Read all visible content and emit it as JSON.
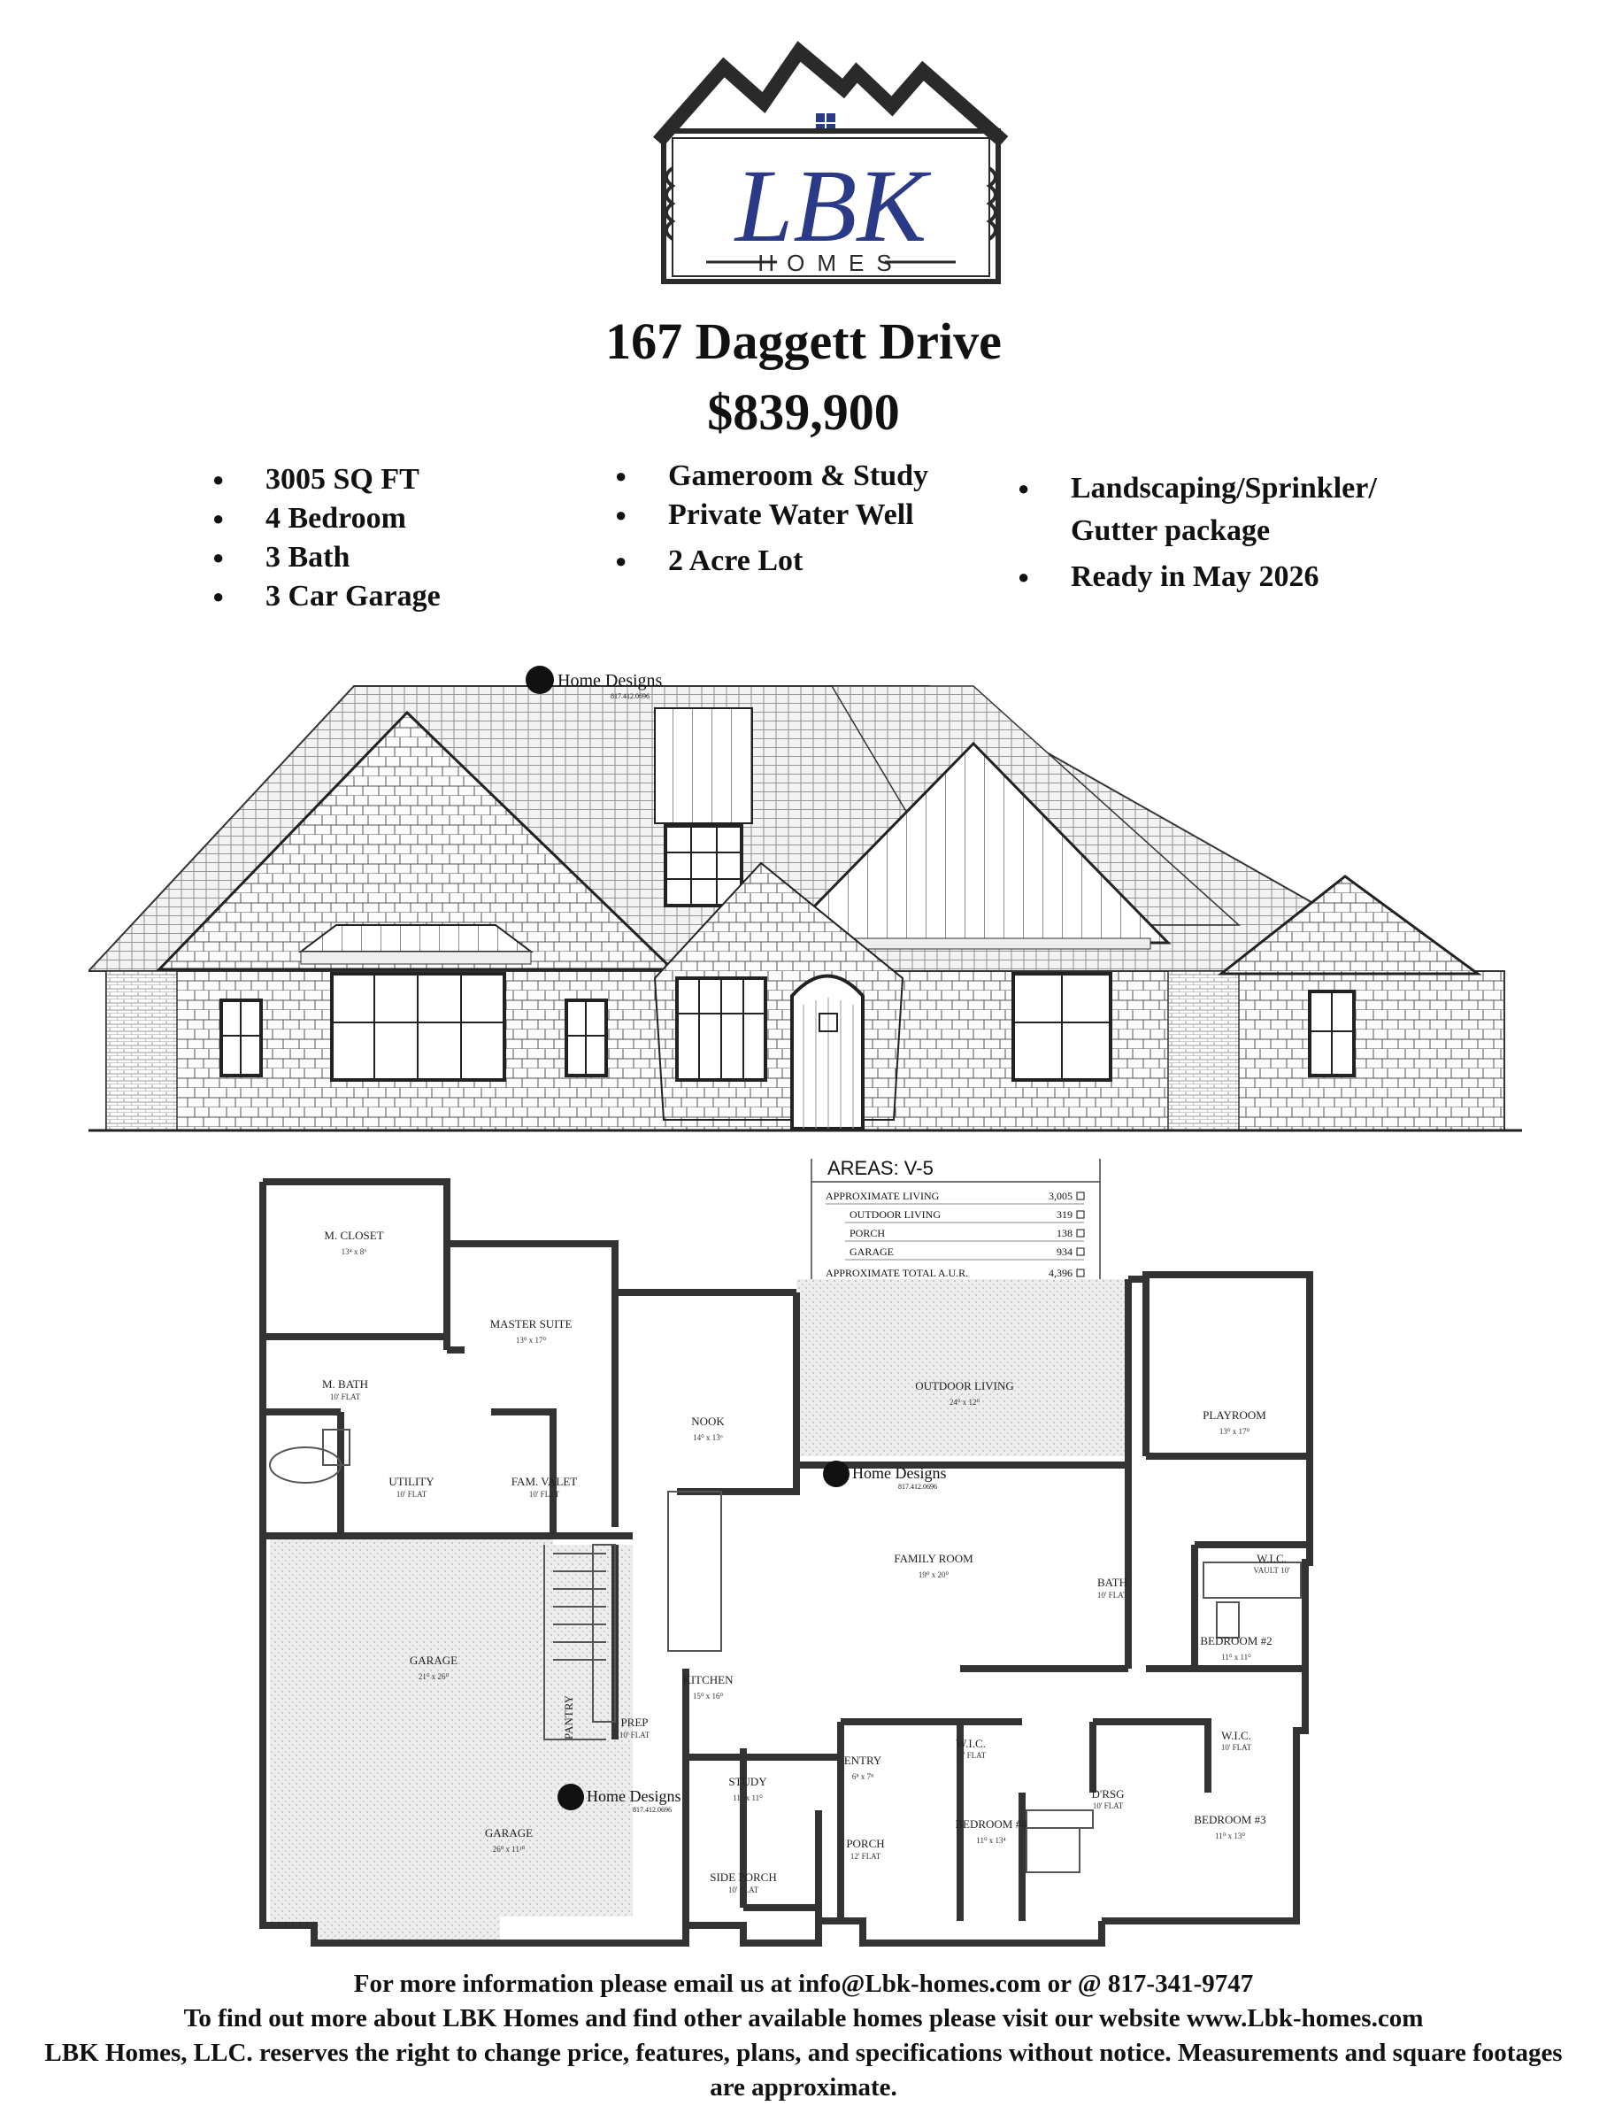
{
  "logo": {
    "monogram": "LBK",
    "word": "HOMES",
    "colors": {
      "navy": "#2b3a86",
      "dark": "#2a2a2a"
    }
  },
  "listing": {
    "address": "167 Daggett Drive",
    "price": "$839,900"
  },
  "features": {
    "col1": [
      "3005 SQ FT",
      "4 Bedroom",
      "3 Bath",
      "3 Car Garage"
    ],
    "col2": [
      "Gameroom & Study",
      "Private Water Well",
      "2 Acre Lot"
    ],
    "col3": [
      "Landscaping/Sprinkler/",
      "Gutter package",
      "Ready in May 2026"
    ]
  },
  "elevation": {
    "designer": "Home Designs",
    "phone": "817.412.0696"
  },
  "areas": {
    "title": "AREAS: V-5",
    "rows": [
      {
        "label": "APPROXIMATE LIVING",
        "value": "3,005"
      },
      {
        "label": "OUTDOOR LIVING",
        "value": "319"
      },
      {
        "label": "PORCH",
        "value": "138"
      },
      {
        "label": "GARAGE",
        "value": "934"
      },
      {
        "label": "APPROXIMATE TOTAL A.U.R.",
        "value": "4,396"
      }
    ]
  },
  "rooms": {
    "m_closet": {
      "name": "M. CLOSET",
      "dim": "13⁴ x 8⁶"
    },
    "master": {
      "name": "MASTER SUITE",
      "dim": "13⁰ x 17⁰"
    },
    "m_bath": {
      "name": "M. BATH",
      "dim": "10' FLAT"
    },
    "utility": {
      "name": "UTILITY",
      "dim": "10' FLAT"
    },
    "fam_valet": {
      "name": "FAM. VALET",
      "dim": "10' FLAT"
    },
    "nook": {
      "name": "NOOK",
      "dim": "14⁰ x 13⁶"
    },
    "outdoor": {
      "name": "OUTDOOR LIVING",
      "dim": "24⁰ x 12⁰"
    },
    "playroom": {
      "name": "PLAYROOM",
      "dim": "13⁰ x 17⁰"
    },
    "family": {
      "name": "FAMILY ROOM",
      "dim": "19⁰ x 20⁰"
    },
    "garage1": {
      "name": "GARAGE",
      "dim": "21⁰ x 26⁰"
    },
    "garage2": {
      "name": "GARAGE",
      "dim": "26⁰ x 11¹⁰"
    },
    "kitchen": {
      "name": "KITCHEN",
      "dim": "15⁰ x 16⁰"
    },
    "pantry": {
      "name": "PANTRY",
      "dim": ""
    },
    "prep": {
      "name": "PREP",
      "dim": "10' FLAT"
    },
    "study": {
      "name": "STUDY",
      "dim": "11⁰ x 11⁰"
    },
    "entry": {
      "name": "ENTRY",
      "dim": "6⁸ x 7⁸"
    },
    "porch": {
      "name": "PORCH",
      "dim": "12' FLAT"
    },
    "side_porch": {
      "name": "SIDE PORCH",
      "dim": "10' FLAT"
    },
    "bath": {
      "name": "BATH",
      "dim": "10' FLAT"
    },
    "wic1": {
      "name": "W.I.C.",
      "dim": "VAULT 10'"
    },
    "bedroom2": {
      "name": "BEDROOM #2",
      "dim": "11⁰ x 11⁰"
    },
    "wic2": {
      "name": "W.I.C.",
      "dim": "10' FLAT"
    },
    "wic3": {
      "name": "W.I.C.",
      "dim": "10' FLAT"
    },
    "bedroom4": {
      "name": "BEDROOM #4",
      "dim": "11⁰ x 13⁴"
    },
    "drsg": {
      "name": "D'RSG",
      "dim": "10' FLAT"
    },
    "bedroom3": {
      "name": "BEDROOM #3",
      "dim": "11⁰ x 13⁰"
    }
  },
  "footer": {
    "line1": "For more information please email us at info@Lbk-homes.com or @ 817-341-9747",
    "line2": "To find out more about LBK Homes and find other available homes please visit our website www.Lbk-homes.com",
    "line3": "LBK Homes, LLC. reserves the right to change price, features, plans, and specifications without notice.  Measurements and square footages are approximate."
  }
}
